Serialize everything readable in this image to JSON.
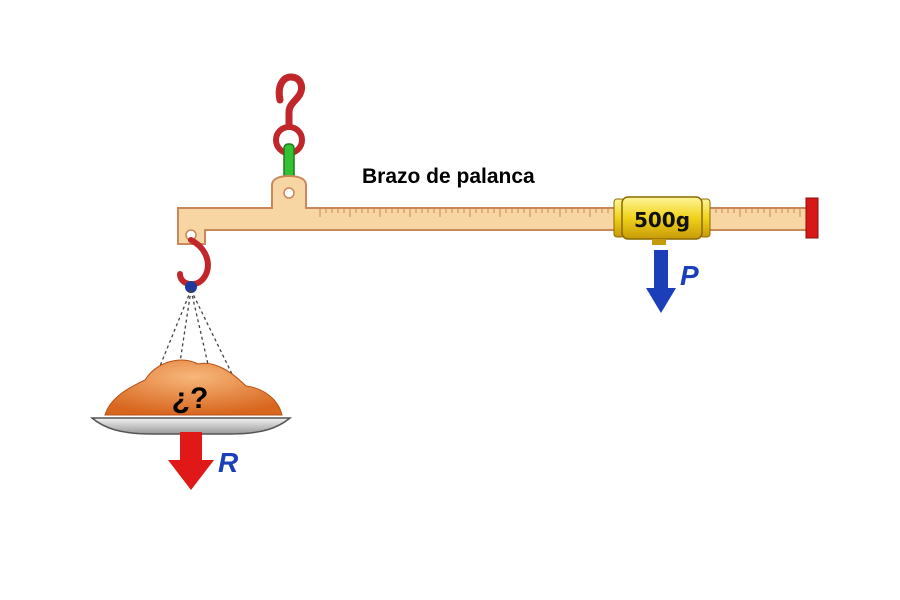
{
  "labels": {
    "arm": "Brazo de palanca",
    "weight": "500g",
    "unknown": "¿?",
    "force_p": "P",
    "force_r": "R"
  },
  "colors": {
    "beam": "#f8d6a4",
    "beam_outline": "#c9875a",
    "hook": "#c0262a",
    "link": "#33c233",
    "weight_body": "#f0d21a",
    "arrow_p": "#1a3fb8",
    "arrow_r": "#e01818",
    "force_label": "#1a3fb8",
    "end_stop": "#d81818",
    "pan": "#c8c8c8",
    "load": "#e07a2a"
  }
}
